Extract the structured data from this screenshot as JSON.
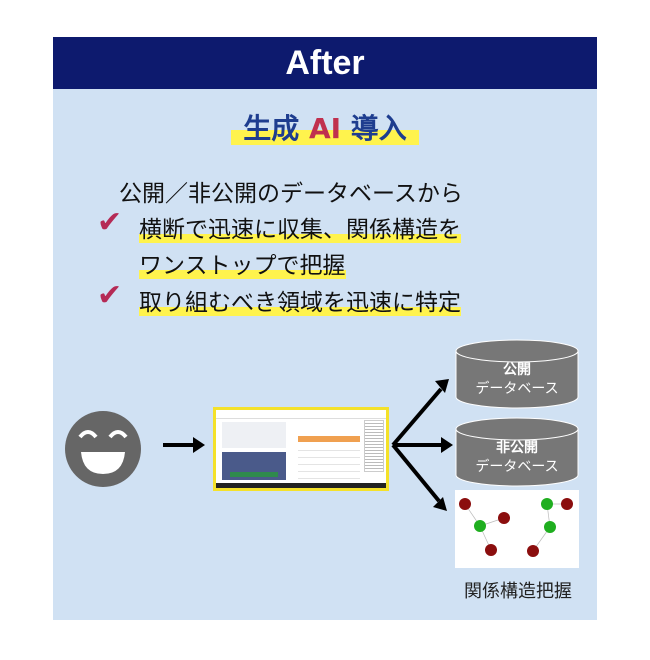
{
  "header": {
    "title": "After"
  },
  "title": {
    "prefix": "生成 ",
    "ai": "AI",
    "suffix": " 導入"
  },
  "lines": [
    "公開／非公開のデータベースから",
    "横断で迅速に収集、関係構造を",
    "ワンストップで把握",
    "取り組むべき領域を迅速に特定"
  ],
  "databases": [
    {
      "line1": "公開",
      "line2": "データベース"
    },
    {
      "line1": "非公開",
      "line2": "データベース"
    }
  ],
  "graph_label": "関係構造把握",
  "colors": {
    "header": "#0d1a6e",
    "panel": "#d0e1f3",
    "check": "#b52a55",
    "highlight": "#fff34d"
  }
}
